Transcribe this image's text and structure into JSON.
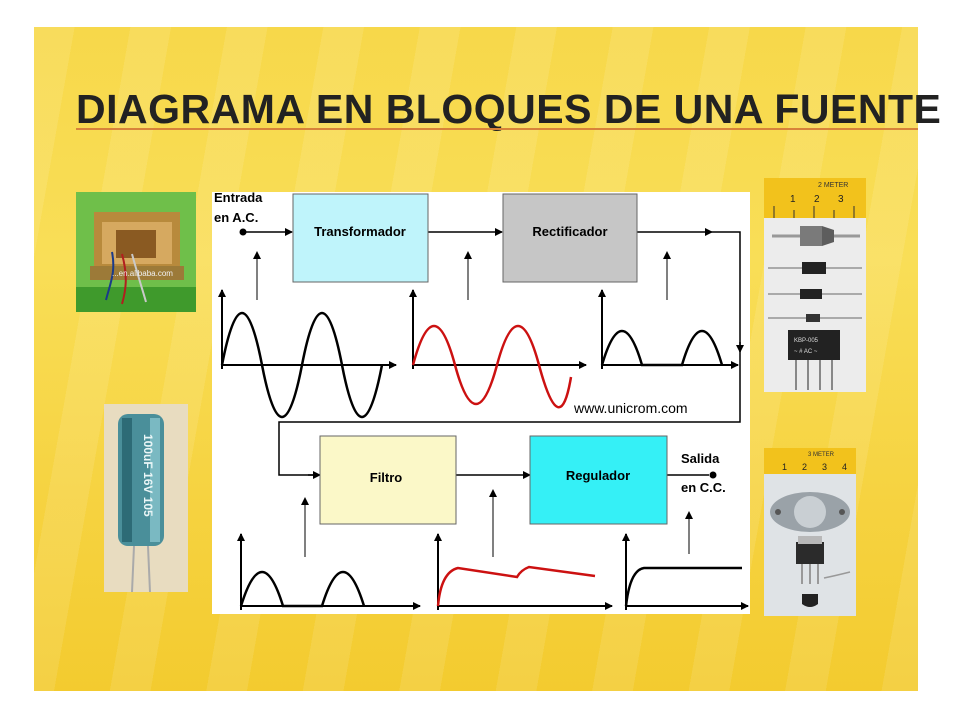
{
  "title": "DIAGRAMA EN BLOQUES DE UNA FUENTE",
  "diagram": {
    "input_label_1": "Entrada",
    "input_label_2": "en A.C.",
    "output_label_1": "Salida",
    "output_label_2": "en C.C.",
    "url": "www.unicrom.com",
    "blocks": {
      "transformer": "Transformador",
      "rectifier": "Rectificador",
      "filter": "Filtro",
      "regulator": "Regulador"
    },
    "colors": {
      "transformer": "#bff4fb",
      "rectifier": "#c6c6c6",
      "filter": "#fbf8c8",
      "regulator": "#35f0f6",
      "red_wave": "#cc1111"
    }
  },
  "photos": {
    "transformer_watermark": "...en.alibaba.com",
    "capacitor_text": "100uF 16V 105",
    "ruler_text_top": "2 METER",
    "ruler_numbers_top": [
      "1",
      "2",
      "3"
    ],
    "bridge_text_1": "KBP-005",
    "bridge_text_2": "~ # AC ~",
    "ruler_text_bottom": "3 METER",
    "ruler_numbers_bottom": [
      "1",
      "2",
      "3",
      "4"
    ]
  }
}
